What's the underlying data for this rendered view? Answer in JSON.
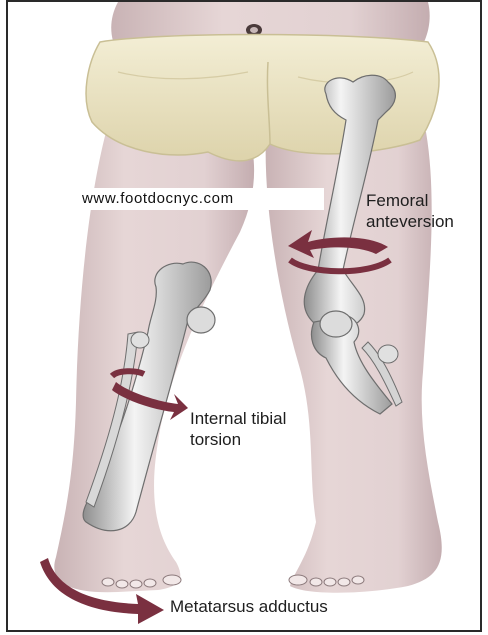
{
  "watermark": "www.footdocnyc.com",
  "labels": {
    "femoral_line1": "Femoral",
    "femoral_line2": "anteversion",
    "tibial_line1": "Internal tibial",
    "tibial_line2": "torsion",
    "metatarsus": "Metatarsus adductus"
  },
  "colors": {
    "skin": "#e3d3d3",
    "skin_shadow": "#c9b4b6",
    "diaper": "#ece5c6",
    "bone": "#e8e8e8",
    "bone_shadow": "#9a9a9a",
    "arrow": "#7a3040"
  }
}
